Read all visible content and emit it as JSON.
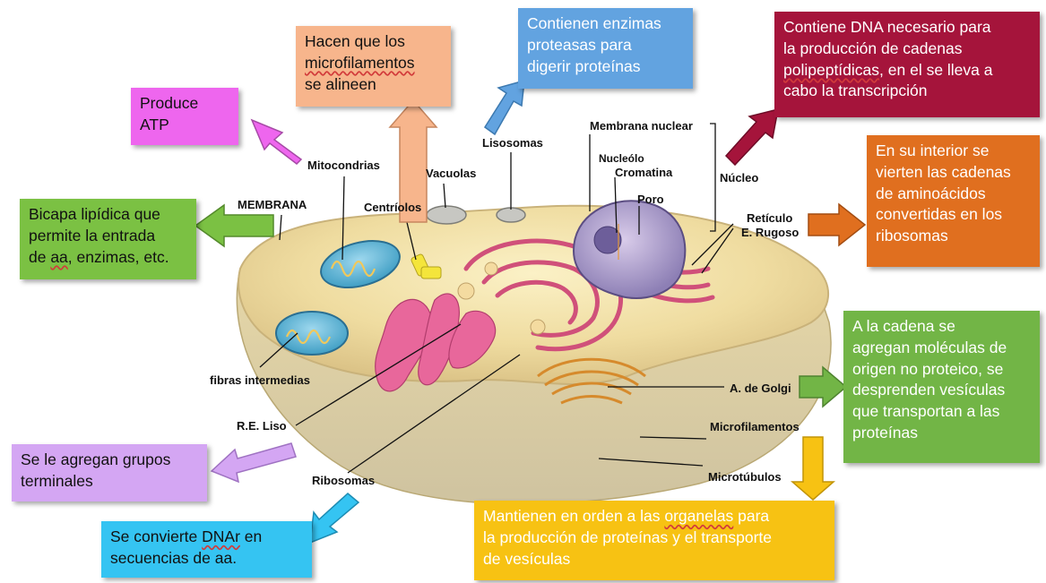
{
  "colors": {
    "pink": "#ee66ee",
    "salmon": "#f7b58c",
    "blue": "#62a3e0",
    "maroon": "#a5143b",
    "orange": "#e06f1f",
    "green": "#7bc143",
    "lavender": "#d4a6f3",
    "cyan": "#35c4f2",
    "lime": "#72b546",
    "gold": "#f7c213"
  },
  "boxes": {
    "atp": {
      "l1": "Produce",
      "l2": "ATP"
    },
    "microfil": {
      "l1": "Hacen que los",
      "l2": "microfilamentos",
      "l3": "se alineen"
    },
    "lisosoma": {
      "l1": "Contienen enzimas",
      "l2": "proteasas para",
      "l3": "digerir proteínas"
    },
    "dna": {
      "l1": "Contiene DNA necesario para",
      "l2a": "la producción de cadenas",
      "l3a": "polipeptídicas",
      "l3b": ", en el se lleva a",
      "l4": "cabo la transcripción"
    },
    "reticulo": {
      "l1": "En su interior se",
      "l2": "vierten las cadenas",
      "l3": "de aminoácidos",
      "l4": "convertidas en los",
      "l5": "ribosomas"
    },
    "membrana": {
      "l1": "Bicapa lipídica que",
      "l2": "permite la entrada",
      "l3a": "de ",
      "l3b": "aa",
      "l3c": ", enzimas, etc."
    },
    "golgi": {
      "l1": "A la cadena se",
      "l2": "agregan moléculas de",
      "l3": "origen no proteico, se",
      "l4": "desprenden vesículas",
      "l5": "que transportan a las",
      "l6": "proteínas"
    },
    "liso": {
      "l1": "Se le agregan grupos",
      "l2": "terminales"
    },
    "ribosomas": {
      "l1a": "Se convierte ",
      "l1b": "DNAr",
      "l1c": " en",
      "l2": "secuencias de aa."
    },
    "microtub": {
      "l1a": "Mantienen en orden a las ",
      "l1b": "organelas",
      "l1c": " para",
      "l2": "la producción de proteínas y el transporte",
      "l3": "de vesículas"
    }
  },
  "labels": {
    "mitocondrias": "Mitocondrias",
    "membrana": "MEMBRANA",
    "vacuolas": "Vacuolas",
    "centriolos": "Centríolos",
    "lisosomas": "Lisosomas",
    "membrana_nuclear": "Membrana nuclear",
    "nucleolo": "Nucleólo",
    "cromatina": "Cromatina",
    "poro": "Poro",
    "nucleo": "Núcleo",
    "reticulo1": "Retículo",
    "reticulo2": "E. Rugoso",
    "fibras": "fibras intermedias",
    "golgi": "A. de Golgi",
    "re_liso": "R.E. Liso",
    "microfilamentos": "Microfilamentos",
    "ribosomas": "Ribosomas",
    "microtubulos": "Microtúbulos"
  }
}
